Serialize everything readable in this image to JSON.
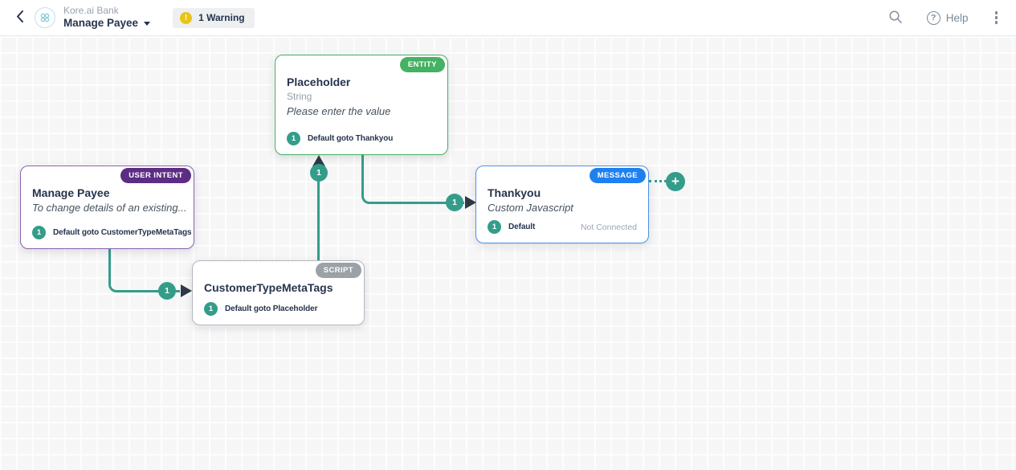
{
  "header": {
    "bot_name": "Kore.ai Bank",
    "dialog_name": "Manage Payee",
    "warning": {
      "label": "1 Warning",
      "icon_glyph": "!"
    },
    "help_label": "Help",
    "help_icon_glyph": "?",
    "icons": {
      "back": "chevron-left-icon",
      "logo": "bot-logo-icon",
      "dropdown": "chevron-down-icon",
      "search": "search-icon",
      "help": "question-circle-icon",
      "more": "kebab-menu-icon"
    }
  },
  "canvas": {
    "nodes": [
      {
        "title": "Placeholder",
        "badge": "ENTITY",
        "subtitle": "String",
        "description": "Please enter the value",
        "transition_index": "1",
        "transition_label": "Default goto Thankyou",
        "border_color": "#45b162",
        "badge_color": "#45b162"
      },
      {
        "title": "Manage Payee",
        "badge": "USER INTENT",
        "description": "To change details of an existing...",
        "transition_index": "1",
        "transition_label": "Default goto CustomerTypeMetaTags",
        "border_color": "#8f5fae",
        "badge_color": "#5c2d84"
      },
      {
        "title": "CustomerTypeMetaTags",
        "badge": "SCRIPT",
        "transition_index": "1",
        "transition_label": "Default goto Placeholder",
        "border_color": "#b3b8bd",
        "badge_color": "#9aa1a7"
      },
      {
        "title": "Thankyou",
        "badge": "MESSAGE",
        "description": "Custom Javascript",
        "transition_index": "1",
        "transition_label": "Default",
        "status": "Not Connected",
        "border_color": "#4a90e8",
        "badge_color": "#1f80f0"
      }
    ],
    "connections": [
      {
        "label": "1",
        "from": "Manage Payee",
        "to": "CustomerTypeMetaTags"
      },
      {
        "label": "1",
        "from": "CustomerTypeMetaTags",
        "to": "Placeholder"
      },
      {
        "label": "1",
        "from": "Placeholder",
        "to": "Thankyou"
      }
    ],
    "add_button": {
      "glyph": "+"
    }
  },
  "colors": {
    "connector": "#349d8a",
    "arrowhead": "#2d3a45",
    "warning_yellow": "#e9c414",
    "header_text_dark": "#26344d",
    "header_text_muted": "#7b8a99"
  }
}
